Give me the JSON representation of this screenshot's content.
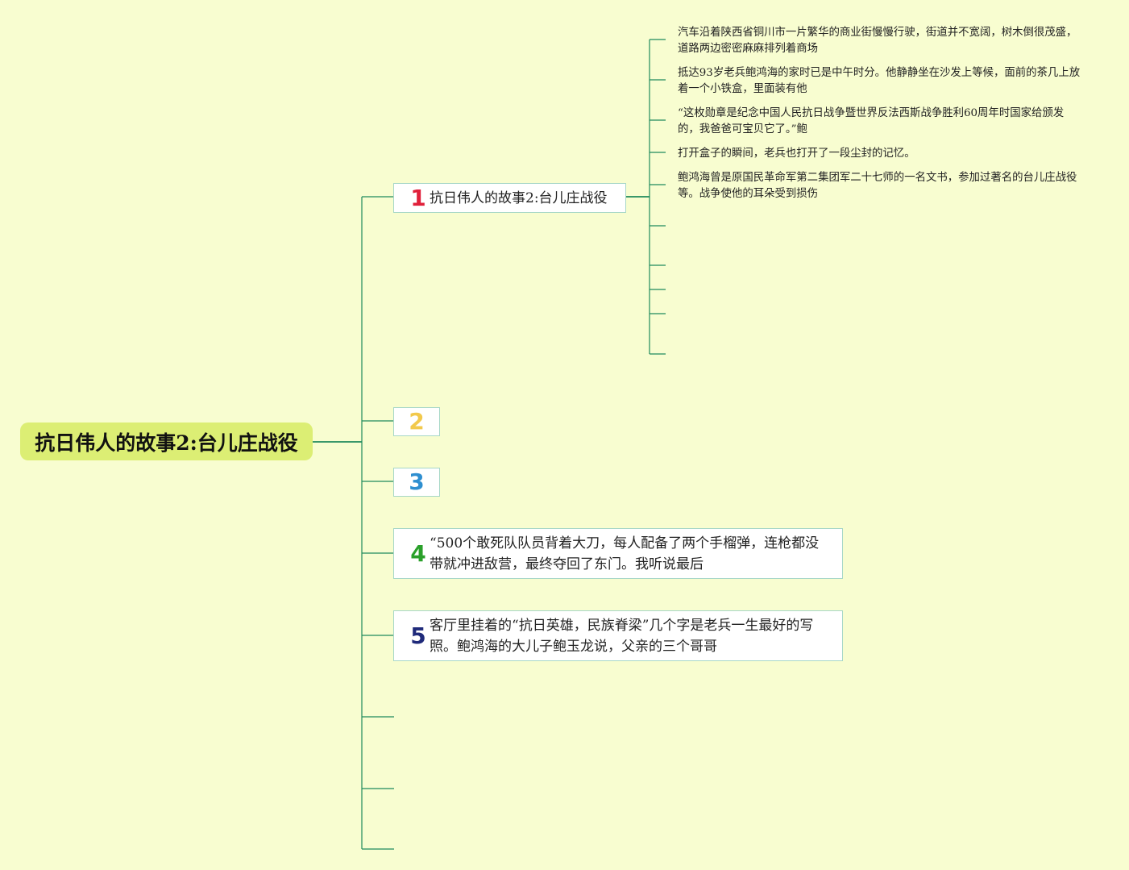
{
  "root": {
    "title": "抗日伟人的故事2:台儿庄战役"
  },
  "branches": [
    {
      "number": "1",
      "color": "#e0203a",
      "text": "抗日伟人的故事2:台儿庄战役"
    },
    {
      "number": "2",
      "color": "#f2c94c",
      "text": ""
    },
    {
      "number": "3",
      "color": "#2f8fd0",
      "text": ""
    },
    {
      "number": "4",
      "color": "#2aa02a",
      "text": "“500个敢死队队员背着大刀，每人配备了两个手榴弹，连枪都没带就冲进敌营，最终夺回了东门。我听说最后"
    },
    {
      "number": "5",
      "color": "#1f2a7a",
      "text": "客厅里挂着的“抗日英雄，民族脊梁”几个字是老兵一生最好的写照。鲍鸿海的大儿子鲍玉龙说，父亲的三个哥哥"
    }
  ],
  "leaves": [
    "汽车沿着陕西省铜川市一片繁华的商业街慢慢行驶，街道并不宽阔，树木倒很茂盛，道路两边密密麻麻排列着商场",
    "抵达93岁老兵鲍鸿海的家时已是中午时分。他静静坐在沙发上等候，面前的茶几上放着一个小铁盒，里面装有他",
    "“这枚勋章是纪念中国人民抗日战争暨世界反法西斯战争胜利60周年时国家给颁发的，我爸爸可宝贝它了。”鲍",
    "打开盒子的瞬间，老兵也打开了一段尘封的记忆。",
    "鲍鸿海曾是原国民革命军第二集团军二十七师的一名文书，参加过著名的台儿庄战役等。战争使他的耳朵受到损伤"
  ],
  "colors": {
    "background": "#f8fdd0",
    "root_fill": "#dcee74",
    "line": "#1f8a5c",
    "node_border": "#a7d7c7"
  }
}
